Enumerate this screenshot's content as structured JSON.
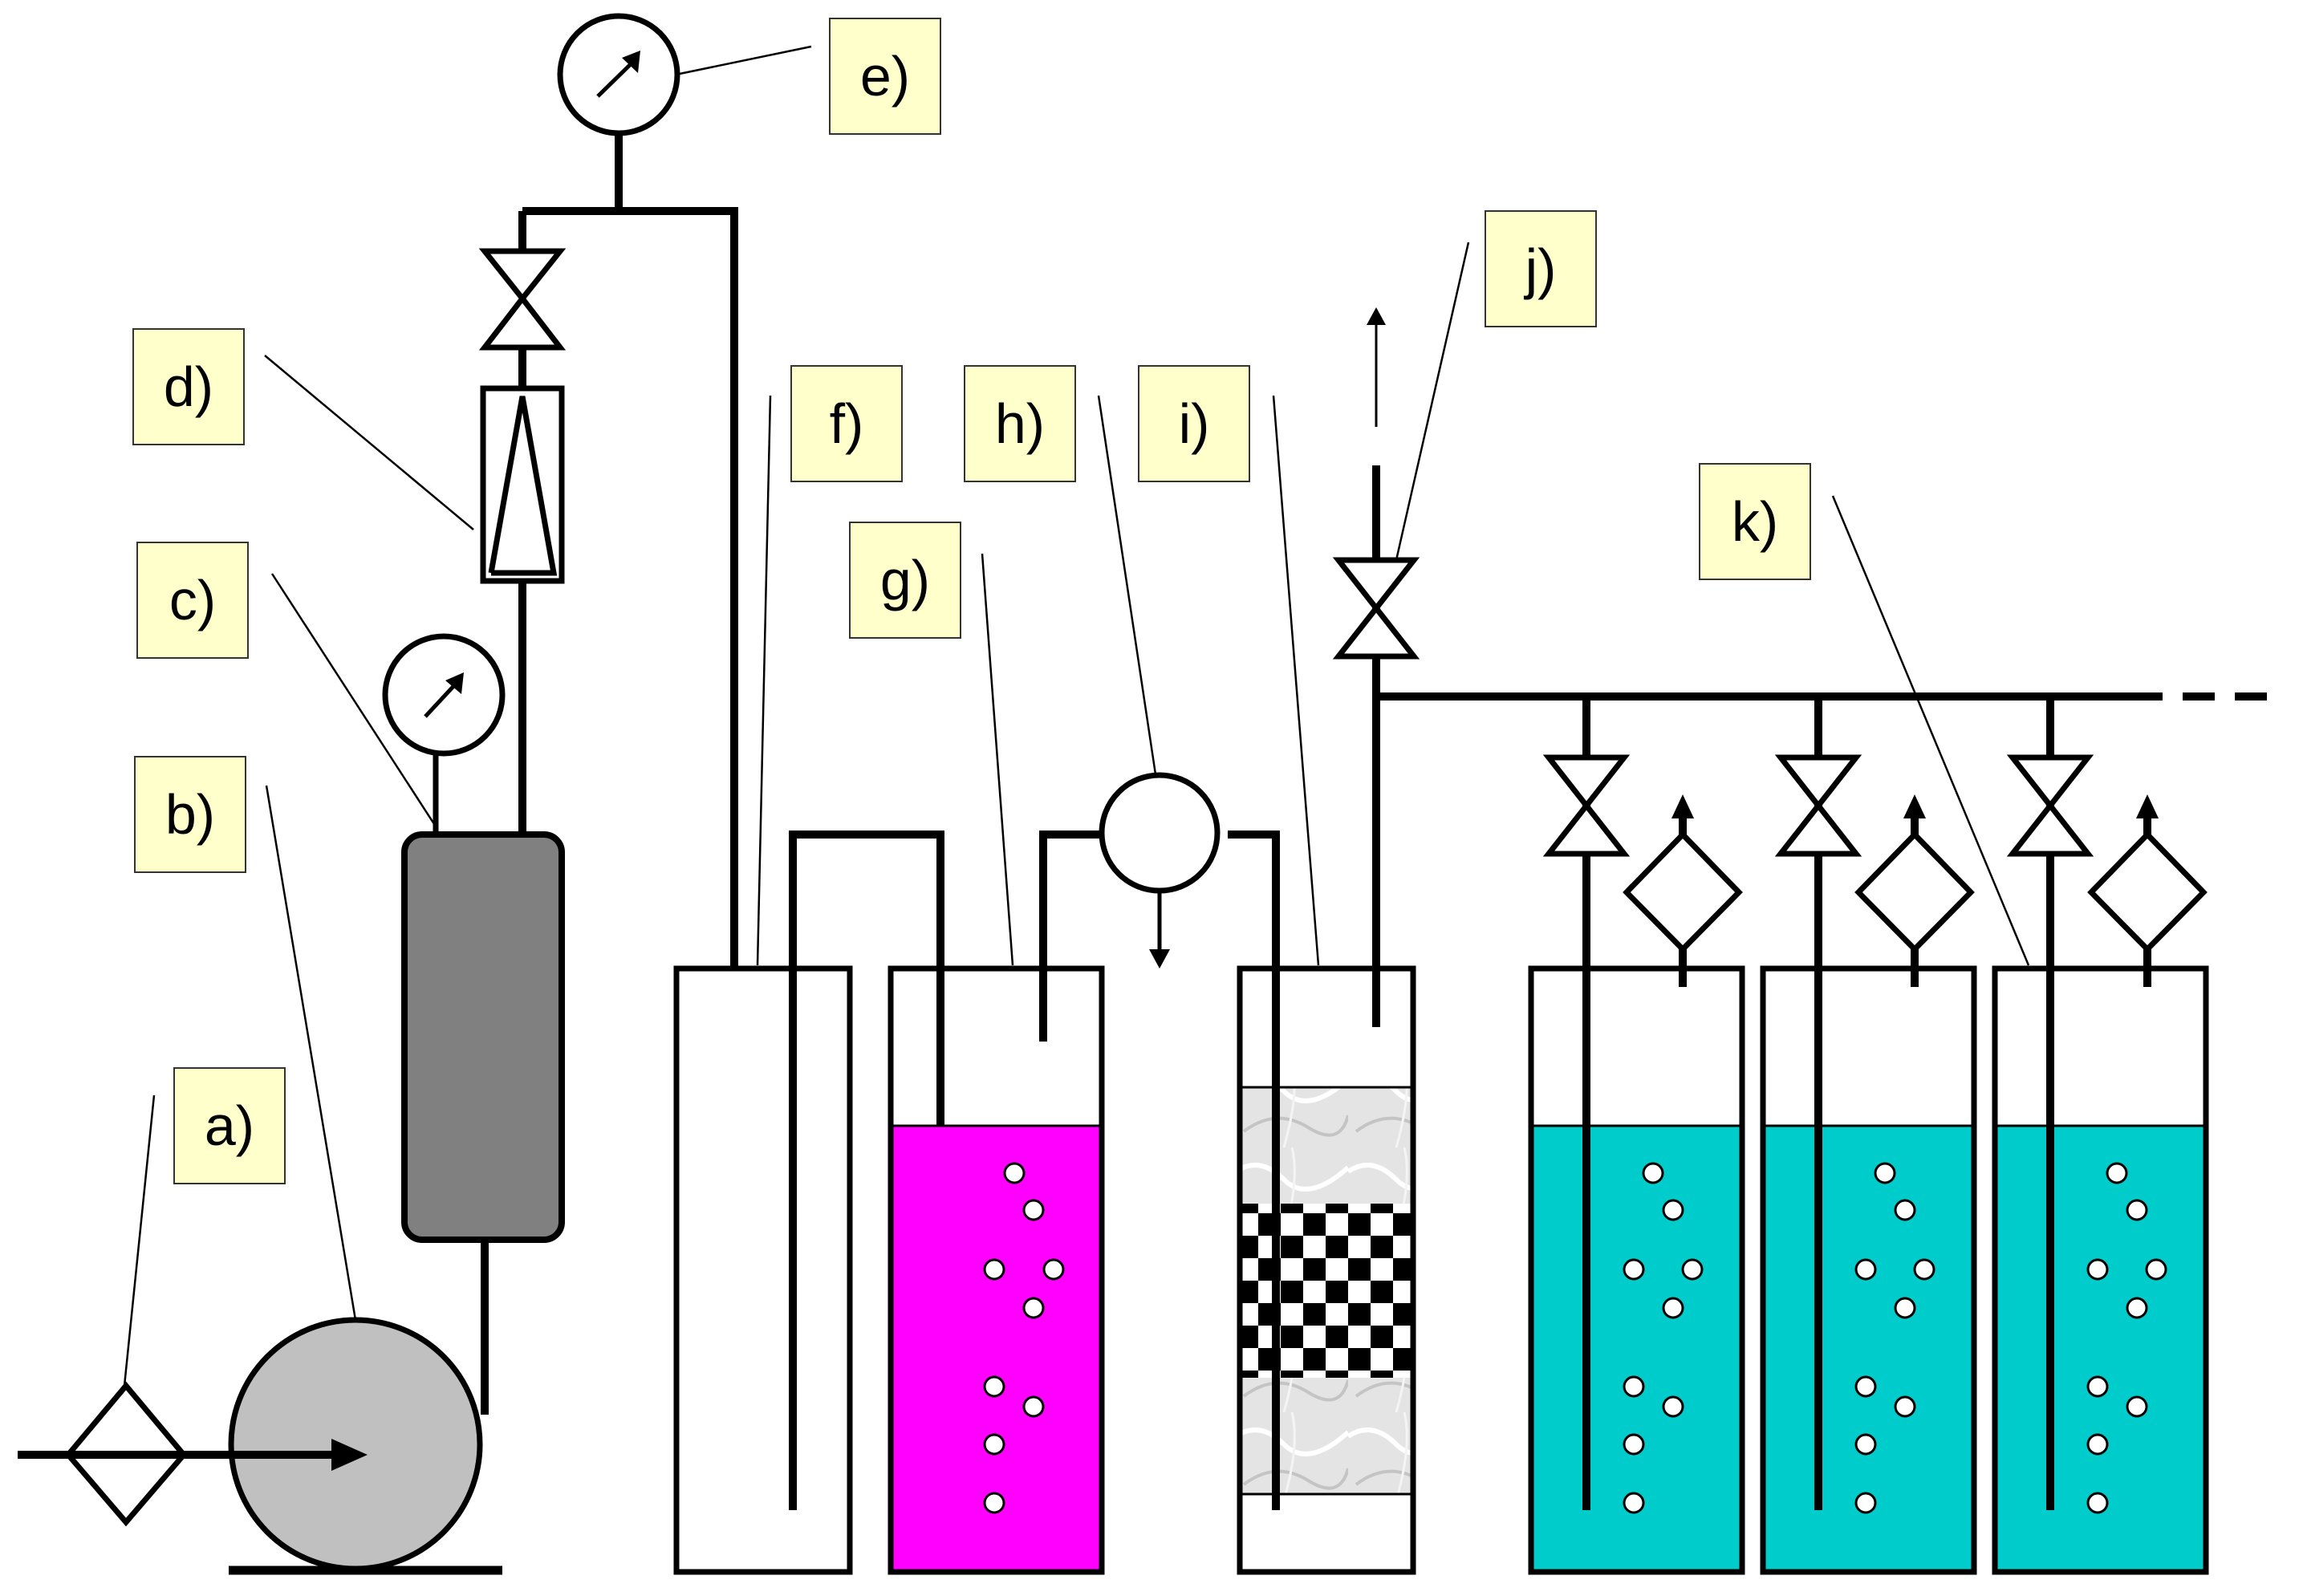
{
  "labels": {
    "a": "a)",
    "b": "b)",
    "c": "c)",
    "d": "d)",
    "e": "e)",
    "f": "f)",
    "g": "g)",
    "h": "h)",
    "i": "i)",
    "j": "j)",
    "k": "k)"
  },
  "colors": {
    "line": "#000000",
    "label_fill": "#ffffcc",
    "pump_fill": "#c0c0c0",
    "cylinder_fill": "#808080",
    "magenta_liquid": "#ff00ff",
    "cyan_liquid": "#00cccc",
    "marble_fill": "#dcdcdc"
  }
}
